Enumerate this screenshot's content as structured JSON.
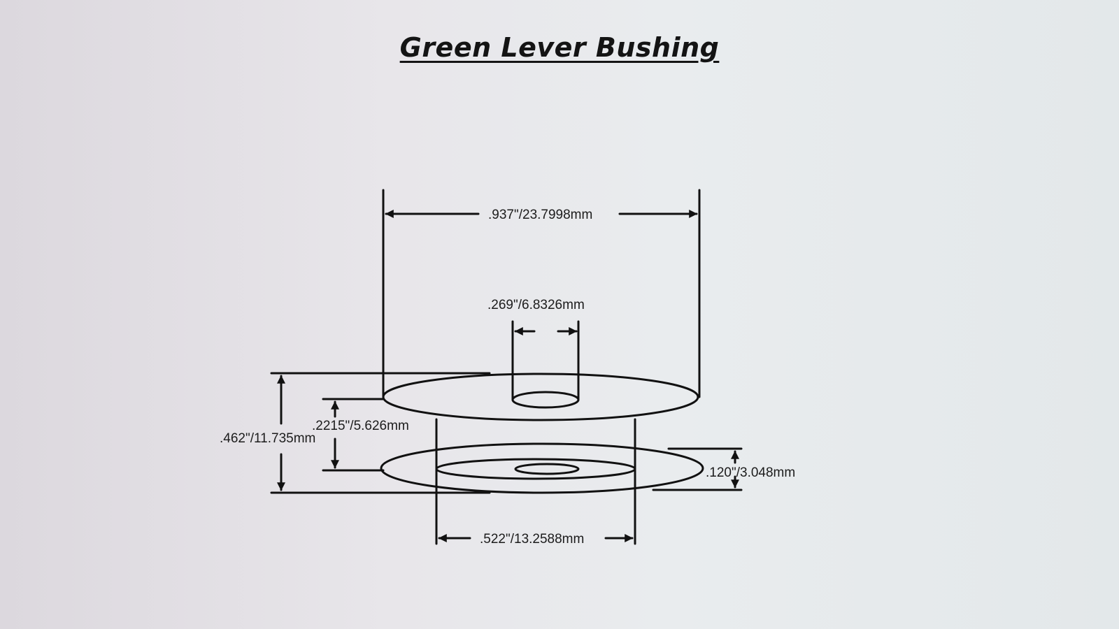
{
  "drawing": {
    "title": "Green Lever Bushing",
    "dimensions": {
      "overall_diameter": ".937\"/23.7998mm",
      "bore_diameter": ".269\"/6.8326mm",
      "overall_height": ".462\"/11.735mm",
      "body_height": ".2215\"/5.626mm",
      "flange_thickness": ".120\"/3.048mm",
      "body_diameter": ".522\"/13.2588mm"
    }
  }
}
